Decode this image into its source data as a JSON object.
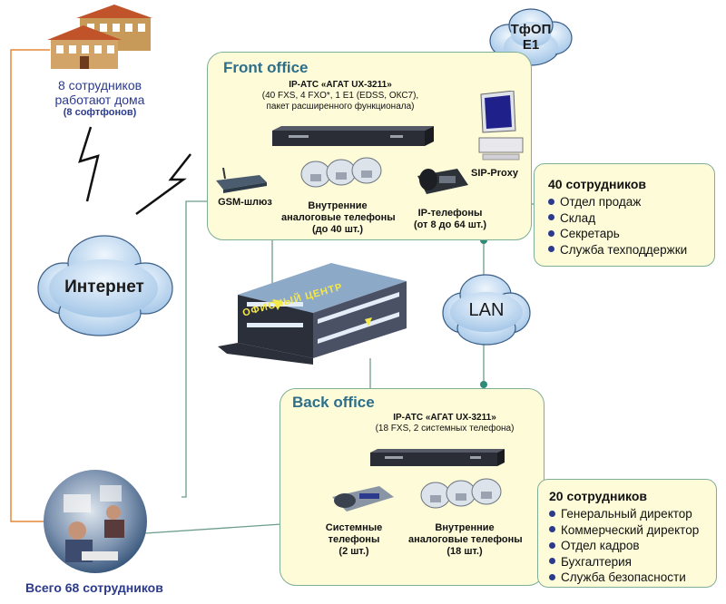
{
  "home": {
    "line1": "8 сотрудников",
    "line2": "работают дома",
    "line3": "(8 софтфонов)"
  },
  "clouds": {
    "pstn_line1": "ТфОП",
    "pstn_line2": "Е1",
    "internet": "Интернет",
    "lan": "LAN"
  },
  "front_office": {
    "title": "Front office",
    "pbx_title": "IP-АТС «АГАТ UX-3211»",
    "pbx_spec1": "(40 FXS, 4 FXO*, 1 E1 (EDSS, ОКС7),",
    "pbx_spec2": "пакет расширенного функционала)",
    "gsm": "GSM-шлюз",
    "analog1": "Внутренние",
    "analog2": "аналоговые телефоны",
    "analog3": "(до 40 шт.)",
    "sip": "SIP-Proxy",
    "ip1": "IP-телефоны",
    "ip2": "(от 8 до 64 шт.)"
  },
  "front_employees": {
    "head": "40 сотрудников",
    "items": [
      "Отдел продаж",
      "Склад",
      "Секретарь",
      "Служба техподдержки"
    ]
  },
  "building": {
    "sign": "ОФИСНЫЙ ЦЕНТР"
  },
  "back_office": {
    "title": "Back office",
    "pbx_title": "IP-АТС «АГАТ UX-3211»",
    "pbx_spec": "(18 FXS, 2 системных телефона)",
    "sys1": "Системные",
    "sys2": "телефоны",
    "sys3": "(2 шт.)",
    "analog1": "Внутренние",
    "analog2": "аналоговые телефоны",
    "analog3": "(18 шт.)"
  },
  "back_employees": {
    "head": "20 сотрудников",
    "items": [
      "Генеральный директор",
      "Коммерческий директор",
      "Отдел кадров",
      "Бухгалтерия",
      "Служба безопасности"
    ]
  },
  "total": "Всего 68 сотрудников",
  "colors": {
    "panel_fill": "#fdfbd8",
    "panel_border": "#7fae96",
    "title": "#2d6f8a",
    "cloud": "#bcd6ee",
    "bullet": "#2b3a8c",
    "home_link": "#e6893c"
  },
  "icons": [
    "house-icon",
    "lightning-icon",
    "cloud-icon",
    "pbx-icon",
    "modem-icon",
    "phone-icon",
    "ip-phone-icon",
    "computer-icon",
    "building-icon",
    "office-photo"
  ]
}
